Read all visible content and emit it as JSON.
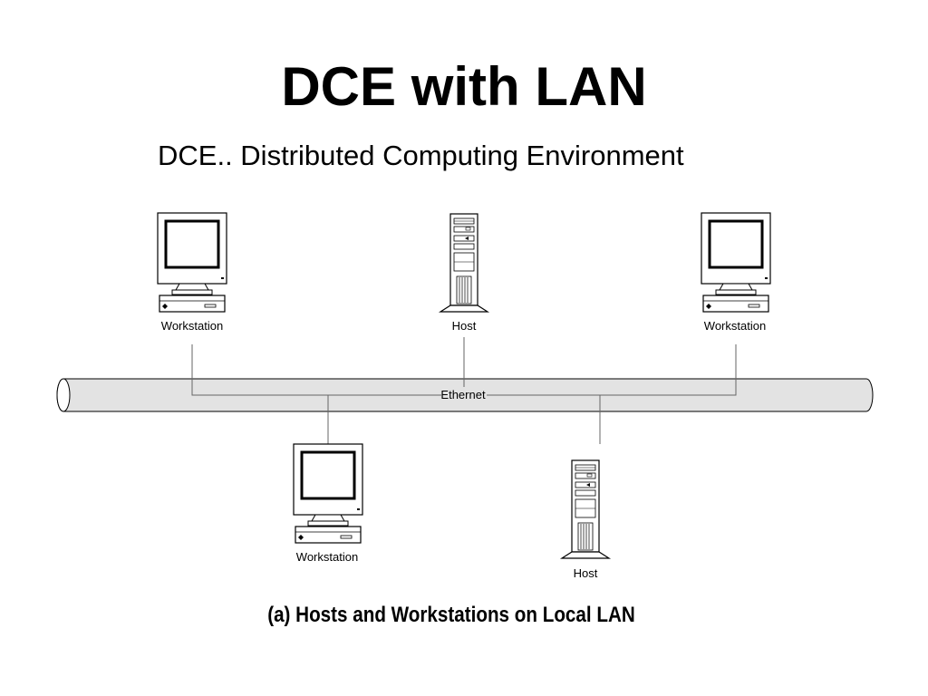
{
  "slide": {
    "title": "DCE with LAN",
    "subtitle": "DCE.. Distributed Computing Environment",
    "caption": "(a) Hosts and Workstations on Local LAN"
  },
  "network": {
    "label": "Ethernet"
  },
  "nodes": {
    "workstation_top_left": {
      "label": "Workstation",
      "kind": "workstation-icon"
    },
    "host_top": {
      "label": "Host",
      "kind": "server-tower-icon"
    },
    "workstation_top_right": {
      "label": "Workstation",
      "kind": "workstation-icon"
    },
    "workstation_bottom": {
      "label": "Workstation",
      "kind": "workstation-icon"
    },
    "host_bottom": {
      "label": "Host",
      "kind": "server-tower-icon"
    }
  },
  "colors": {
    "pipe_fill": "#e3e3e3",
    "line": "#000000",
    "connector": "#666666"
  }
}
